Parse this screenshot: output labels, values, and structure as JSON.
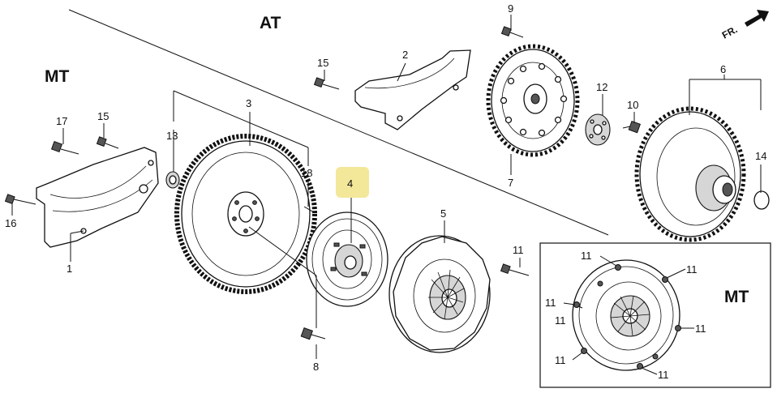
{
  "sections": {
    "at": "AT",
    "mt_left": "MT",
    "mt_inset": "MT"
  },
  "direction": {
    "label": "FR."
  },
  "callouts": [
    {
      "id": "1",
      "text": "1"
    },
    {
      "id": "2",
      "text": "2"
    },
    {
      "id": "3",
      "text": "3"
    },
    {
      "id": "4",
      "text": "4"
    },
    {
      "id": "5",
      "text": "5"
    },
    {
      "id": "6",
      "text": "6"
    },
    {
      "id": "7",
      "text": "7"
    },
    {
      "id": "8",
      "text": "8"
    },
    {
      "id": "9",
      "text": "9"
    },
    {
      "id": "10",
      "text": "10"
    },
    {
      "id": "11a",
      "text": "11"
    },
    {
      "id": "12",
      "text": "12"
    },
    {
      "id": "13",
      "text": "13"
    },
    {
      "id": "14",
      "text": "14"
    },
    {
      "id": "15a",
      "text": "15"
    },
    {
      "id": "15b",
      "text": "15"
    },
    {
      "id": "16",
      "text": "16"
    },
    {
      "id": "17",
      "text": "17"
    },
    {
      "id": "18",
      "text": "18"
    }
  ],
  "inset_callouts": [
    "11",
    "11",
    "11",
    "11",
    "11",
    "11",
    "11"
  ],
  "highlight": {
    "callout": "4",
    "color": "#f3e79a"
  }
}
